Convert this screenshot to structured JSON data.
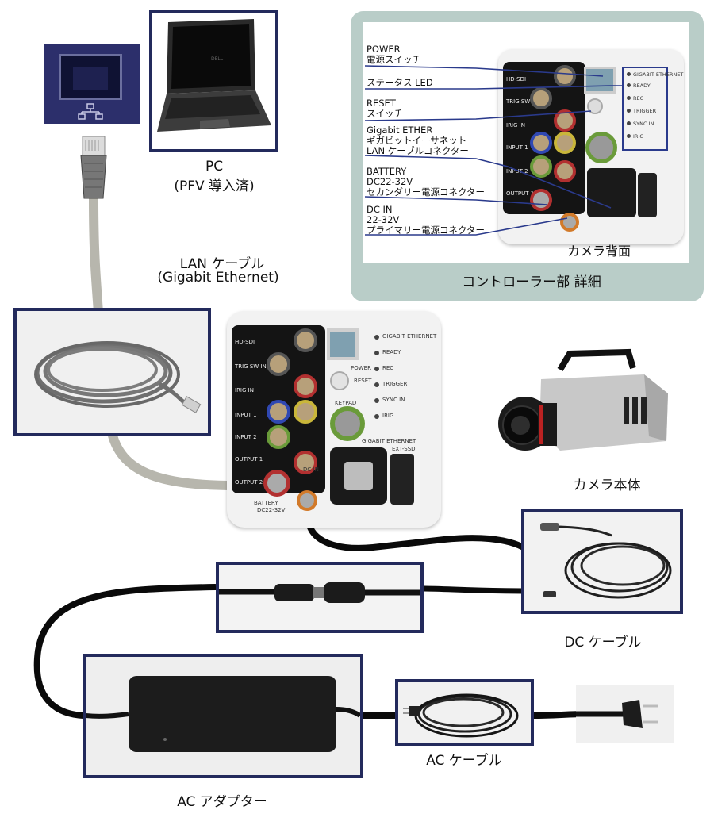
{
  "labels": {
    "pc": "PC",
    "pc_sub": "(PFV 導入済)",
    "lan_cable": "LAN ケーブル",
    "lan_cable_sub": "(Gigabit Ethernet)",
    "camera_back": "カメラ背面",
    "controller_detail": "コントローラー部 詳細",
    "camera_body": "カメラ本体",
    "dc_cable": "DC ケーブル",
    "ac_adapter": "AC アダプター",
    "ac_cable": "AC ケーブル"
  },
  "callouts": [
    {
      "line1": "POWER",
      "line2": "電源スイッチ"
    },
    {
      "line1": "ステータス LED",
      "line2": ""
    },
    {
      "line1": "RESET",
      "line2": "スイッチ"
    },
    {
      "line1": "Gigabit  ETHER",
      "line2": "ギガビットイーサネット",
      "line3": "LAN ケーブルコネクター"
    },
    {
      "line1": "BATTERY",
      "line2": "DC22-32V",
      "line3": "セカンダリー電源コネクター"
    },
    {
      "line1": "DC IN",
      "line2": "22-32V",
      "line3": "プライマリー電源コネクター"
    }
  ],
  "panel": {
    "connectors": [
      "HD-SDI",
      "TRIG SW IN",
      "IRIG IN",
      "INPUT 1",
      "INPUT 2",
      "OUTPUT 1",
      "OUTPUT 2"
    ],
    "leds": [
      "GIGABIT ETHERNET",
      "READY",
      "REC",
      "TRIGGER",
      "SYNC IN",
      "IRIG"
    ],
    "power": "POWER",
    "reset": "RESET",
    "keypad": "KEYPAD",
    "gigabit": "GIGABIT ETHERNET",
    "ext_ssd": "EXT-SSD",
    "dc_in": "DC IN",
    "battery": "BATTERY",
    "battery_v": "DC22-32V"
  },
  "colors": {
    "frame_border": "#232a5c",
    "detail_panel_bg": "#b9cdc8",
    "lan_cable": "#b7b6ad",
    "power_cable": "#0a0a0a",
    "callout_line": "#2a3a8c"
  }
}
